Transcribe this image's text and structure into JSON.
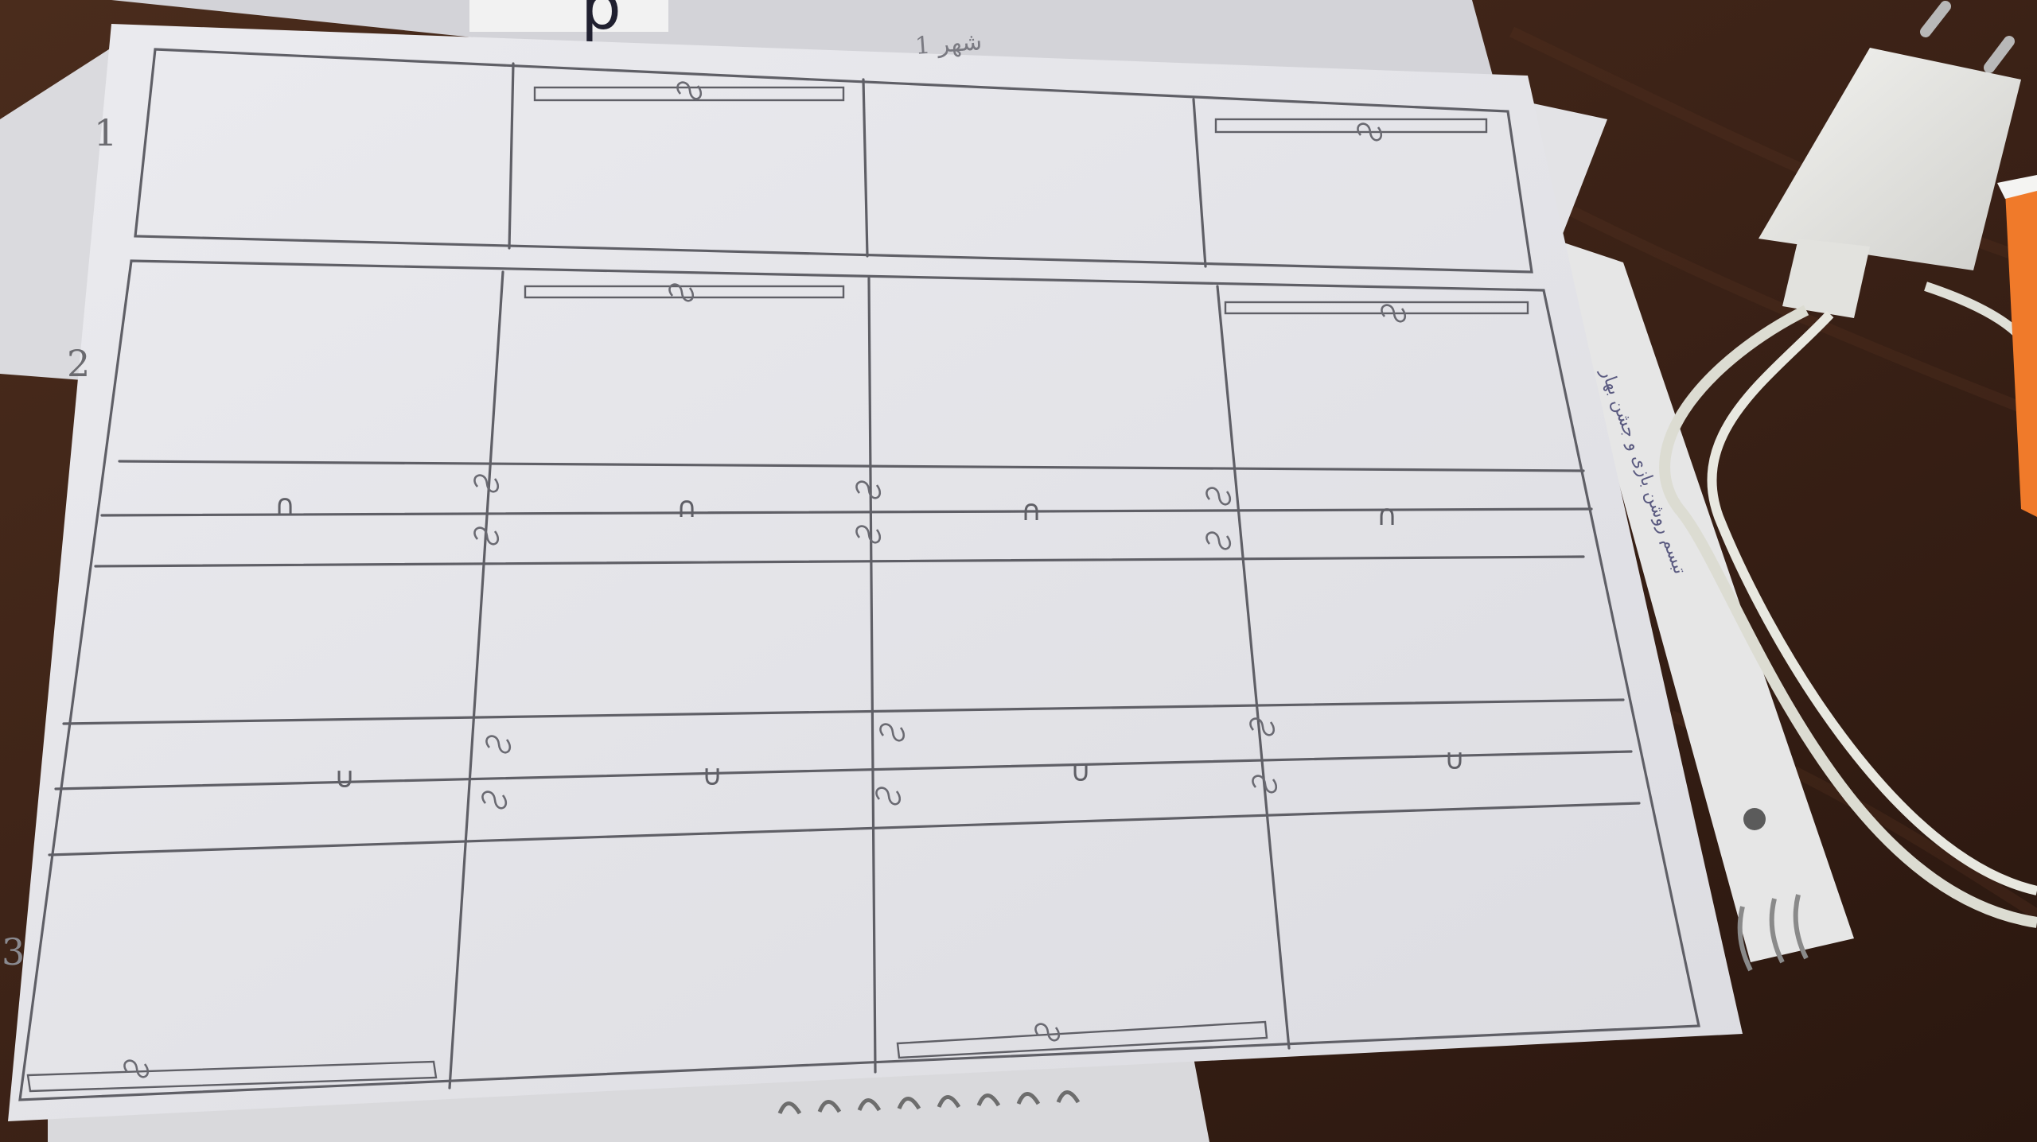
{
  "photo": {
    "subject": "hand-drawn paper sketch grid on desk",
    "row_labels": [
      "1",
      "2",
      "3"
    ],
    "margin_note_top": "ﺷﻬﺮ 1",
    "margin_note_side": "ﺗﺒﺴﻢ ﺭﻭﺷﻦ ﺑﺎﺯﯼ ﻭ ﺟﺸﻦ ﺑﻬﺎﺭ",
    "cell_marks": {
      "upper_band": [
        "∩",
        "∩",
        "∩",
        "∩"
      ],
      "lower_band": [
        "∪",
        "∪",
        "∪",
        "∪"
      ]
    },
    "colors": {
      "desk": "#3b2418",
      "paper": "#e4e4e8",
      "pencil": "#5f5f66",
      "charger": "#e9e9e6",
      "marker_orange": "#f07a2a"
    }
  }
}
